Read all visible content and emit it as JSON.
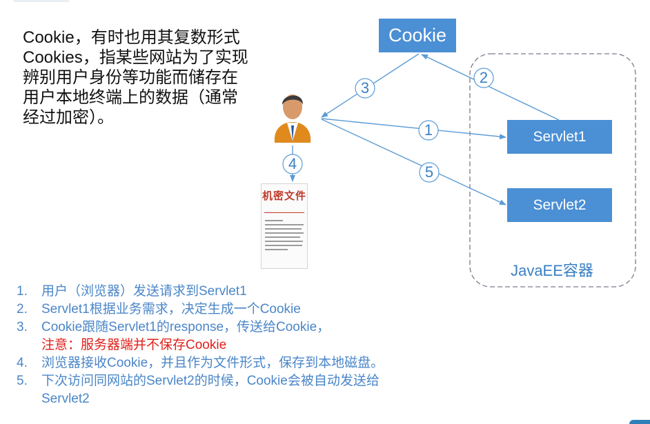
{
  "intro": {
    "text": "Cookie，有时也用其复数形式Cookies，指某些网站为了实现辨别用户身份等功能而储存在用户本地终端上的数据（通常经过加密）。"
  },
  "diagram": {
    "cookie_label": "Cookie",
    "servlet1_label": "Servlet1",
    "servlet2_label": "Servlet2",
    "container_label": "JavaEE容器",
    "step_numbers": [
      "1",
      "2",
      "3",
      "4",
      "5"
    ],
    "icons": [
      "user-icon",
      "secret-document-icon"
    ],
    "colors": {
      "box": "#4b8fd4",
      "arrow": "#5b9bd5",
      "text_blue": "#3a7fc4",
      "warning": "#e0201b"
    }
  },
  "document": {
    "title": "机密文件"
  },
  "steps": [
    {
      "num": "1.",
      "text": "用户（浏览器）发送请求到Servlet1"
    },
    {
      "num": "2.",
      "text": "Servlet1根据业务需求，决定生成一个Cookie"
    },
    {
      "num": "3.",
      "text": "Cookie跟随Servlet1的response，传送给Cookie，",
      "warning": "注意：服务器端并不保存Cookie"
    },
    {
      "num": "4.",
      "text": "浏览器接收Cookie，并且作为文件形式，保存到本地磁盘。"
    },
    {
      "num": "5.",
      "text": "下次访问同网站的Servlet2的时候，Cookie会被自动发送给Servlet2"
    }
  ]
}
